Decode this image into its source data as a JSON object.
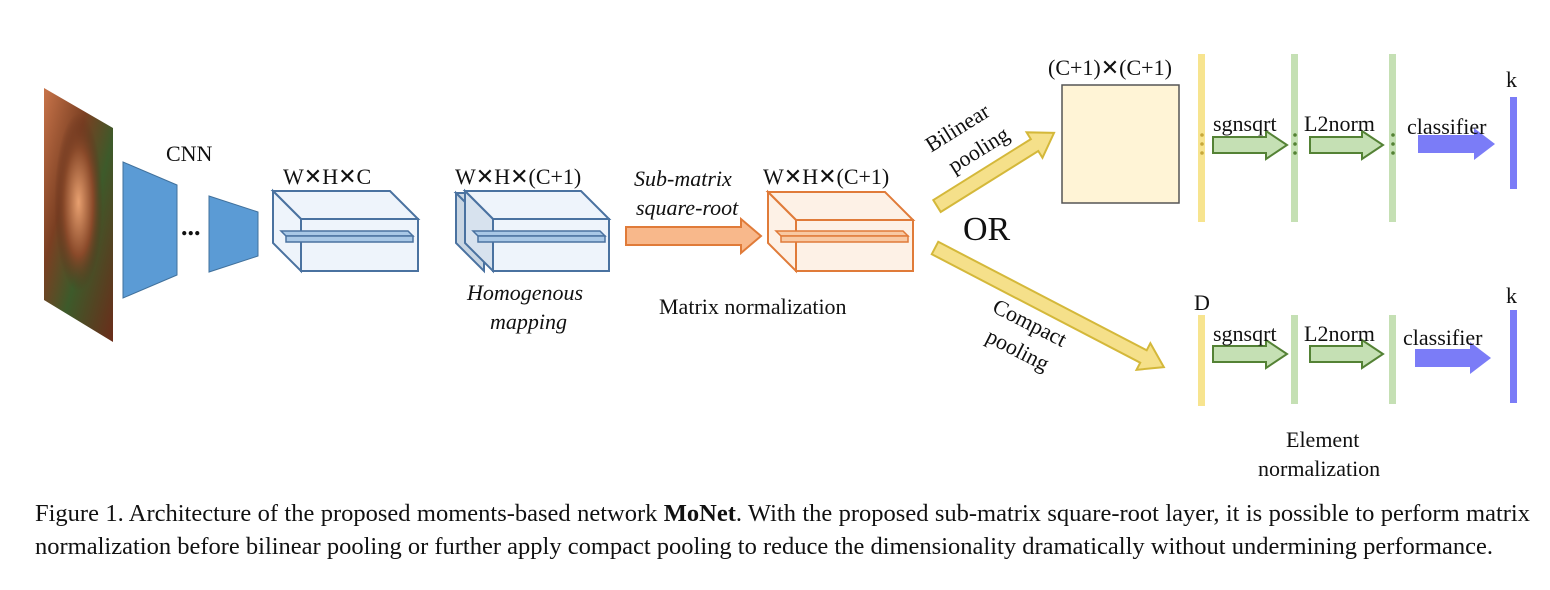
{
  "figure": {
    "labels": {
      "cnn": "CNN",
      "ellipsis": "...",
      "whc": "W✕H✕C",
      "whc1_a": "W✕H✕(C+1)",
      "whc1_b": "W✕H✕(C+1)",
      "homogenous_1": "Homogenous",
      "homogenous_2": "mapping",
      "submatrix_1": "Sub-matrix",
      "submatrix_2": "square-root",
      "matrix_norm": "Matrix normalization",
      "bilinear_1": "Bilinear",
      "bilinear_2": "pooling",
      "compact_1": "Compact",
      "compact_2": "pooling",
      "or": "OR",
      "cc": "(C+1)✕(C+1)",
      "sgnsqrt_top": "sgnsqrt",
      "l2norm_top": "L2norm",
      "classifier_top": "classifier",
      "k_top": "k",
      "d": "D",
      "sgnsqrt_bottom": "sgnsqrt",
      "l2norm_bottom": "L2norm",
      "classifier_bottom": "classifier",
      "k_bottom": "k",
      "element_norm_1": "Element",
      "element_norm_2": "normalization"
    },
    "colors": {
      "cnn_blue": "#5b9bd5",
      "tensor_blue": "#4a72a0",
      "tensor_fill": "#eef4fb",
      "orange": "#e07b39",
      "orange_fill": "#fdf1e6",
      "yellow": "#f5e08a",
      "yellow_fill": "#fff8dd",
      "green": "#a9d08e",
      "green_edge": "#5a8f3a",
      "purple": "#7b7cf7"
    }
  },
  "caption": {
    "prefix": "Figure 1. Architecture of the proposed moments-based network ",
    "bold": "MoNet",
    "suffix": ". With the proposed sub-matrix square-root layer, it is possible to perform matrix normalization before bilinear pooling or further apply compact pooling to reduce the dimensionality dramatically without undermining performance."
  }
}
